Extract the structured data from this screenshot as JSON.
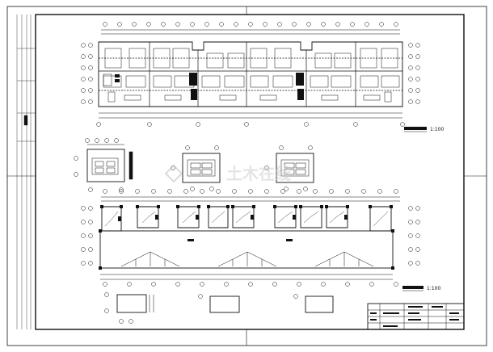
{
  "drawing": {
    "upper_plan_scale": "1:100",
    "lower_plan_scale": "1:100",
    "watermark_text": "土木在线",
    "colors": {
      "line": "#111111",
      "cad_teal": "#2c8c8c",
      "watermark": "#d6d6d6",
      "background": "#ffffff"
    }
  }
}
